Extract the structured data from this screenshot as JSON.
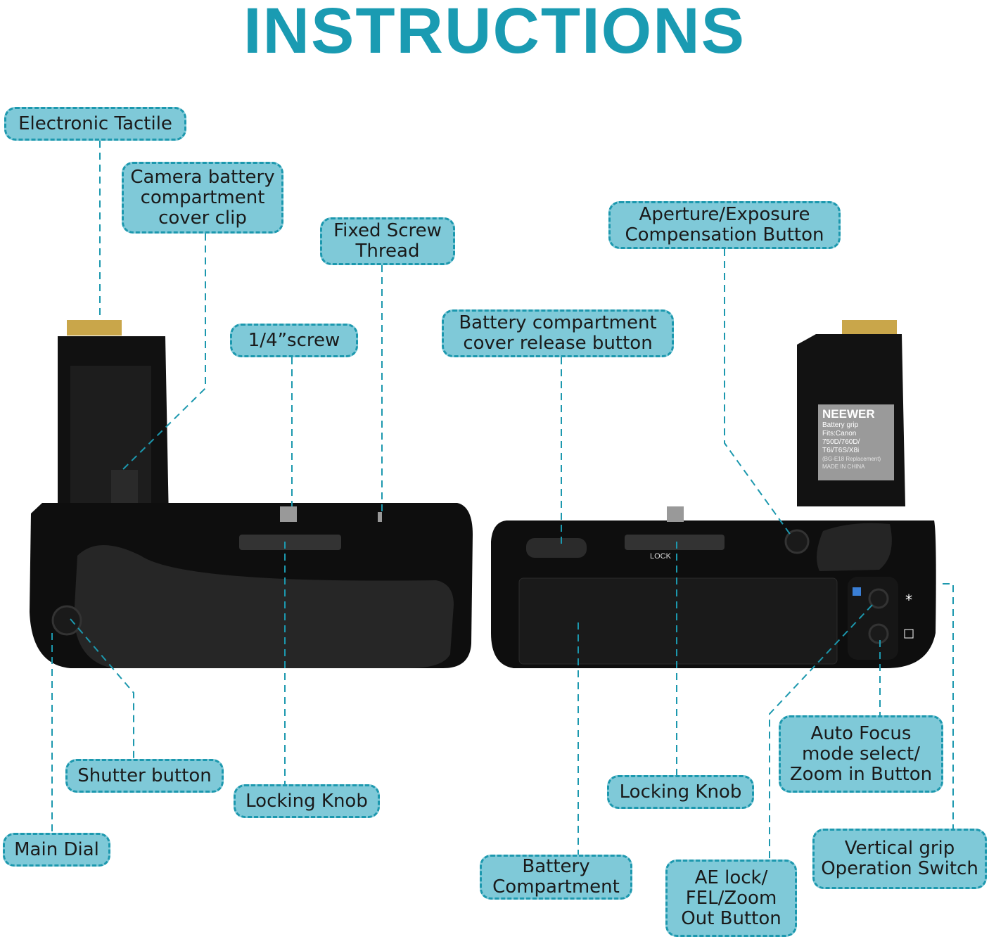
{
  "title": "INSTRUCTIONS",
  "labels": {
    "electronic_tactile": "Electronic Tactile",
    "cover_clip": "Camera battery\ncompartment\ncover clip",
    "fixed_screw": "Fixed Screw\nThread",
    "quarter_screw": "1/4”screw",
    "cover_release": "Battery compartment\ncover release button",
    "aperture": "Aperture/Exposure\nCompensation Button",
    "shutter": "Shutter button",
    "locking_knob_left": "Locking Knob",
    "main_dial": "Main Dial",
    "locking_knob_right": "Locking Knob",
    "auto_focus": "Auto Focus\nmode select/\nZoom in Button",
    "battery_compartment": "Battery\nCompartment",
    "ae_lock": "AE lock/\nFEL/Zoom\nOut Button",
    "vertical_grip": "Vertical grip\nOperation Switch"
  },
  "product_tag": {
    "brand": "NEEWER",
    "line1": "Battery grip",
    "line2": "Fits:Canon",
    "line3": "750D/760D/",
    "line4": "T6i/T6S/X8i",
    "line5": "(BG-E18 Replacement)",
    "line6": "MADE IN CHINA"
  },
  "lock_text": "LOCK",
  "colors": {
    "accent": "#1a9bb2",
    "label_fill": "#7fc9d8"
  }
}
